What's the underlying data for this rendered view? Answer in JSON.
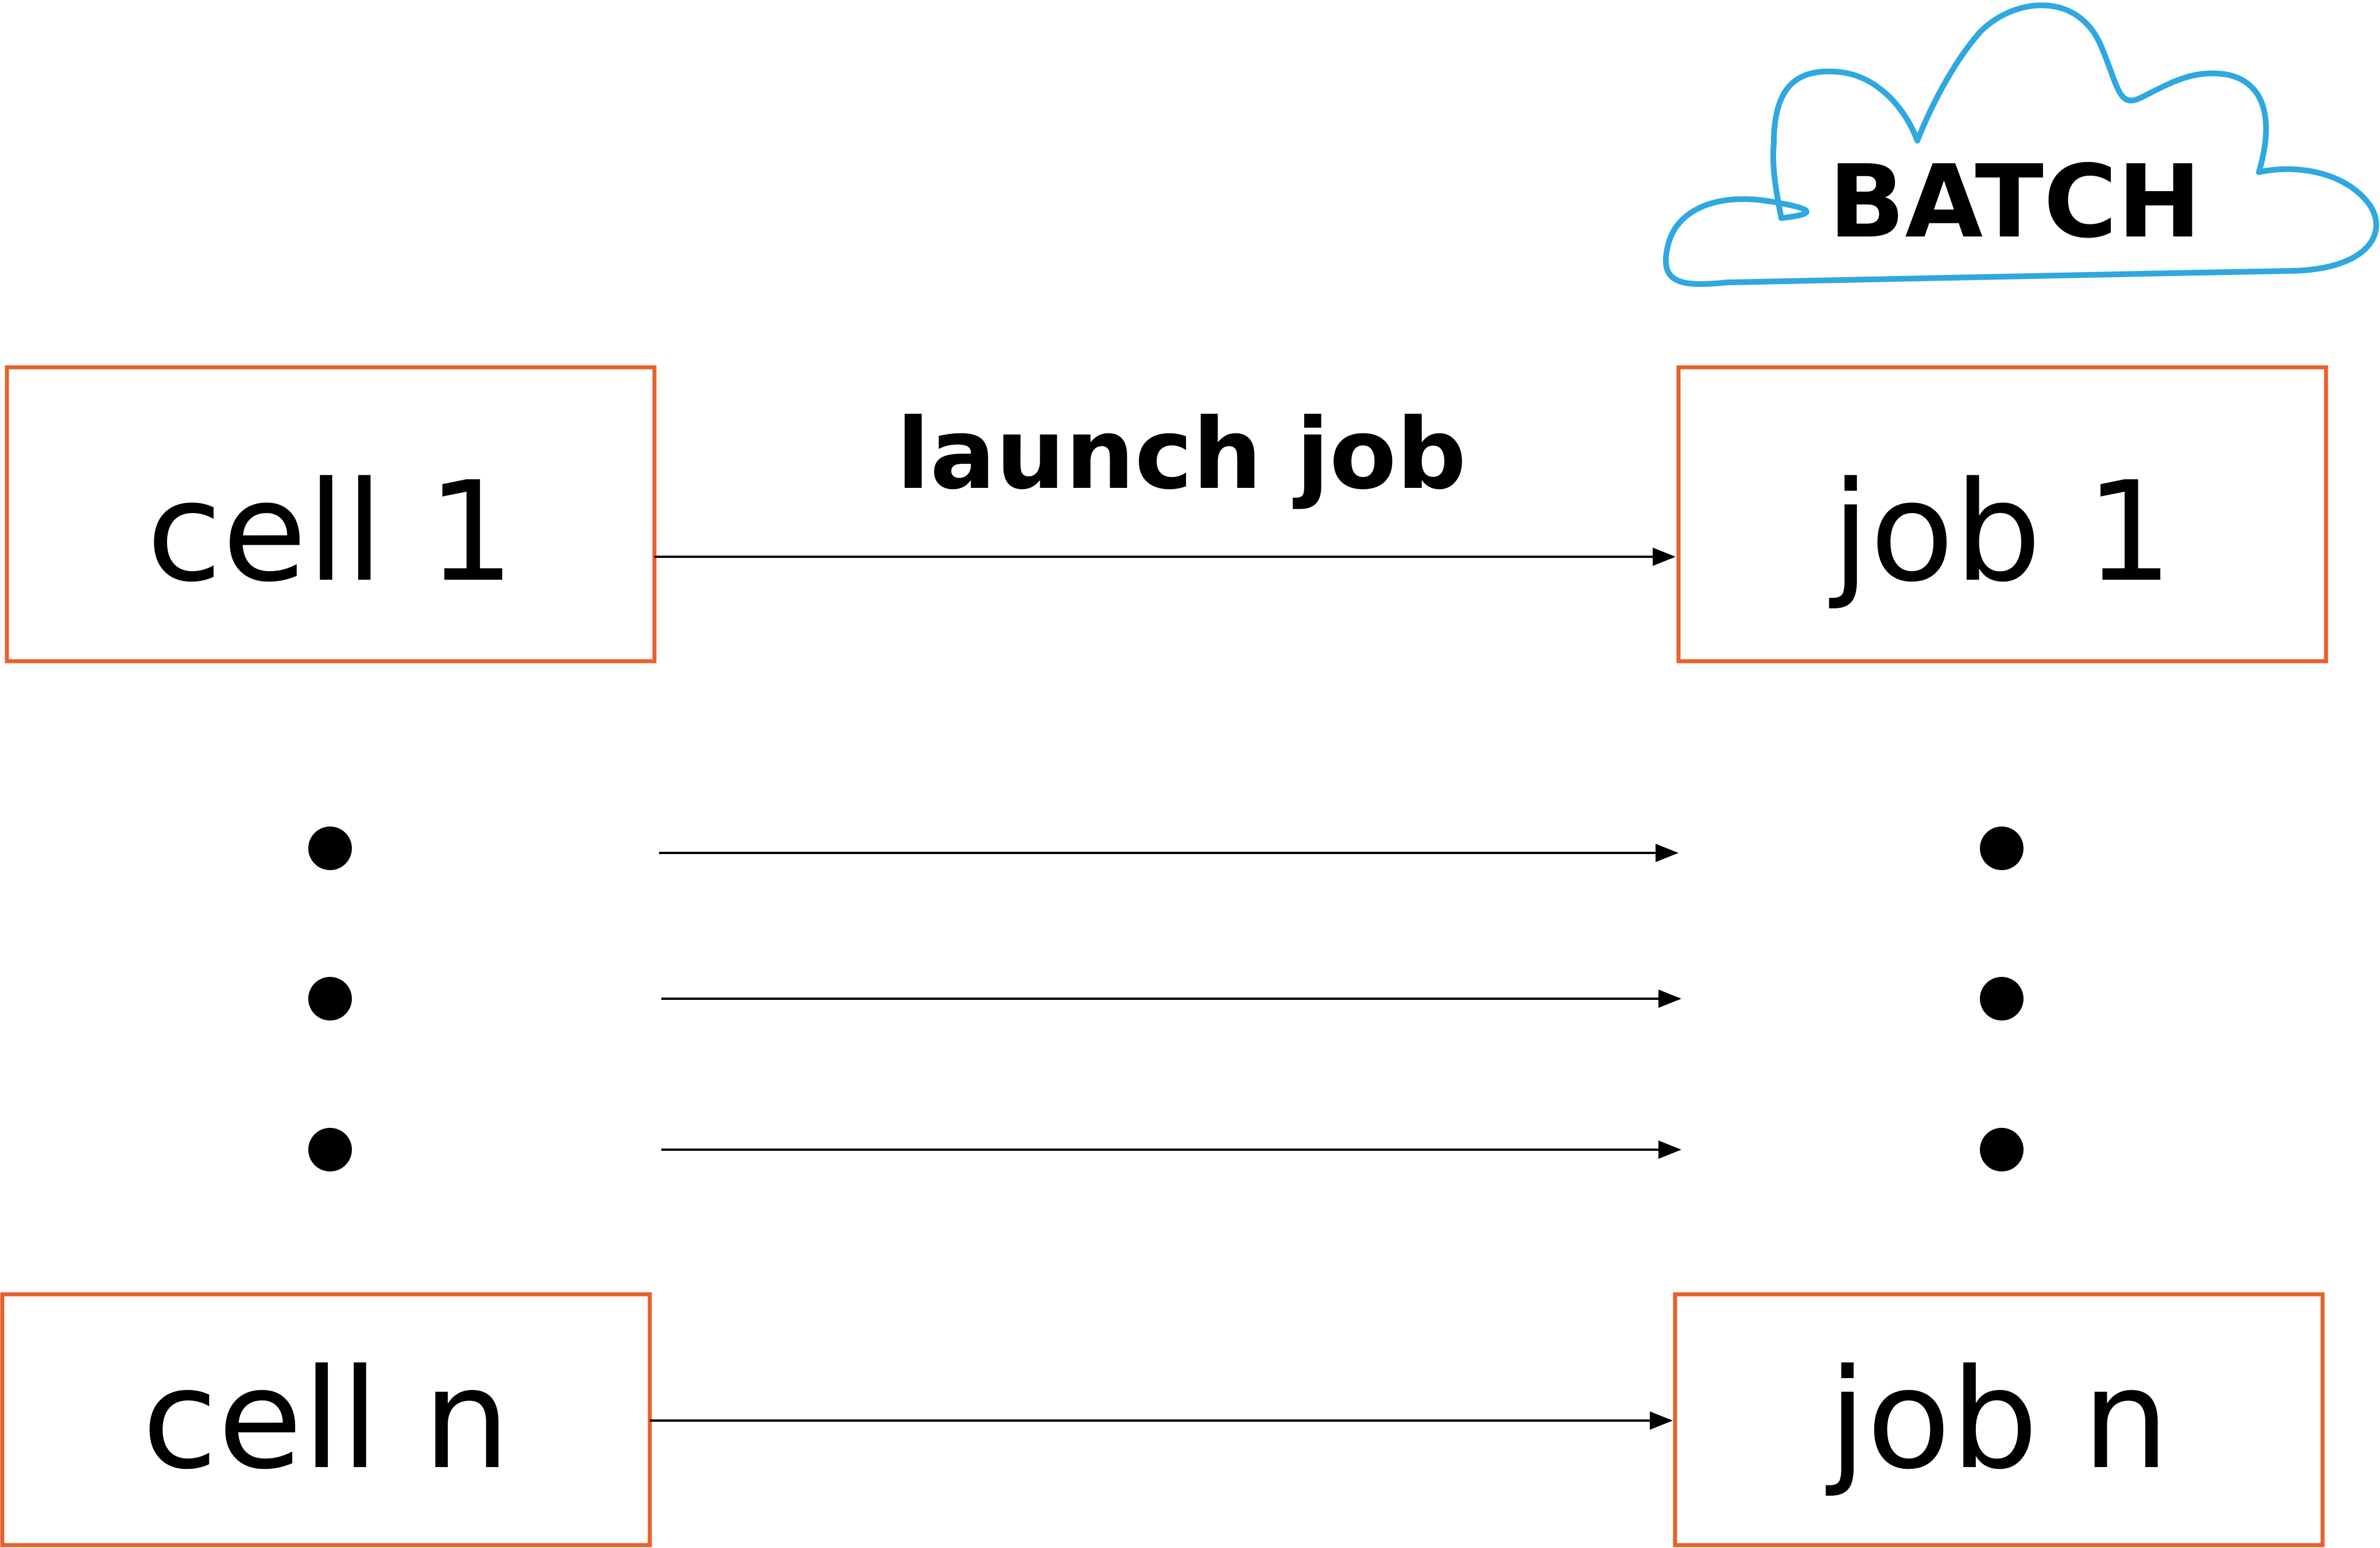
{
  "cloud": {
    "label": "BATCH"
  },
  "edge": {
    "label": "launch job"
  },
  "cells": {
    "first": "cell 1",
    "last": "cell n"
  },
  "jobs": {
    "first": "job 1",
    "last": "job n"
  },
  "colors": {
    "box_border": "#E8602C",
    "cloud_stroke": "#2FA8E0",
    "arrow": "#000000",
    "text": "#000000"
  }
}
